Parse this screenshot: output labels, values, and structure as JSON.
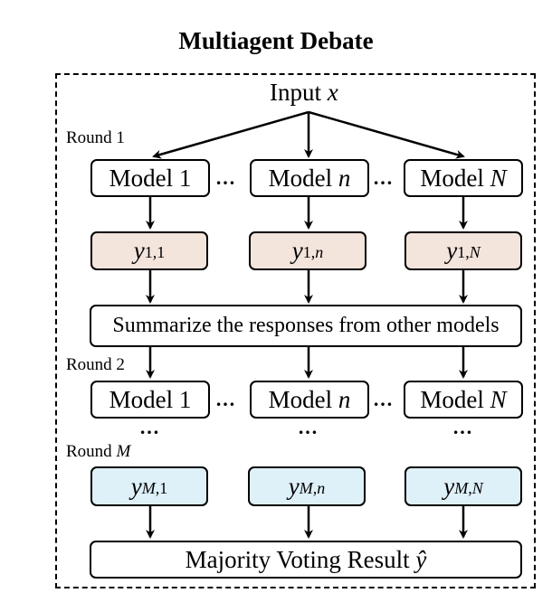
{
  "title": "Multiagent Debate",
  "input": {
    "text": "Input",
    "var": "x"
  },
  "rounds": {
    "round1": "Round 1",
    "round2": "Round 2",
    "roundM_prefix": "Round",
    "roundM_var": "M"
  },
  "models": {
    "m1_text": "Model 1",
    "mn_text": "Model",
    "mn_var": "n",
    "mN_text": "Model",
    "mN_var": "N"
  },
  "ellipsis": "…",
  "vdots": "…",
  "outputs_round1": [
    {
      "base": "y",
      "sub": "1,1",
      "sub_var": ""
    },
    {
      "base": "y",
      "sub": "1,",
      "sub_var": "n"
    },
    {
      "base": "y",
      "sub": "1,",
      "sub_var": "N"
    }
  ],
  "outputs_roundM": [
    {
      "base": "y",
      "sub_var": "M",
      "sub": ",1"
    },
    {
      "base": "y",
      "sub_var": "M",
      "sub": ",",
      "sub_var2": "n"
    },
    {
      "base": "y",
      "sub_var": "M",
      "sub": ",",
      "sub_var2": "N"
    }
  ],
  "summarize": "Summarize the responses from other models",
  "result": {
    "text": "Majority Voting Result",
    "var": "ŷ"
  },
  "colors": {
    "peach": "#f3e4dc",
    "blue": "#def0f8"
  }
}
